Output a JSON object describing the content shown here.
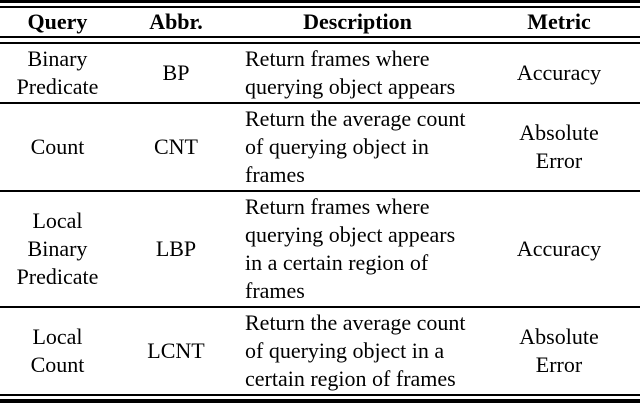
{
  "table": {
    "columns": [
      {
        "label": "Query"
      },
      {
        "label": "Abbr."
      },
      {
        "label": "Description"
      },
      {
        "label": "Metric"
      }
    ],
    "rows": [
      {
        "query": "Binary Predicate",
        "abbr": "BP",
        "description": "Return frames where querying object appears",
        "metric": "Accuracy"
      },
      {
        "query": "Count",
        "abbr": "CNT",
        "description": "Return the average count of querying object in frames",
        "metric": "Absolute Error"
      },
      {
        "query": "Local Binary Predicate",
        "abbr": "LBP",
        "description": "Return frames where querying object appears in a certain region of frames",
        "metric": "Accuracy"
      },
      {
        "query": "Local Count",
        "abbr": "LCNT",
        "description": "Return the average count of querying object in a certain region of frames",
        "metric": "Absolute Error"
      }
    ],
    "colors": {
      "text": "#000000",
      "rule": "#000000",
      "background": "#ffffff"
    }
  }
}
